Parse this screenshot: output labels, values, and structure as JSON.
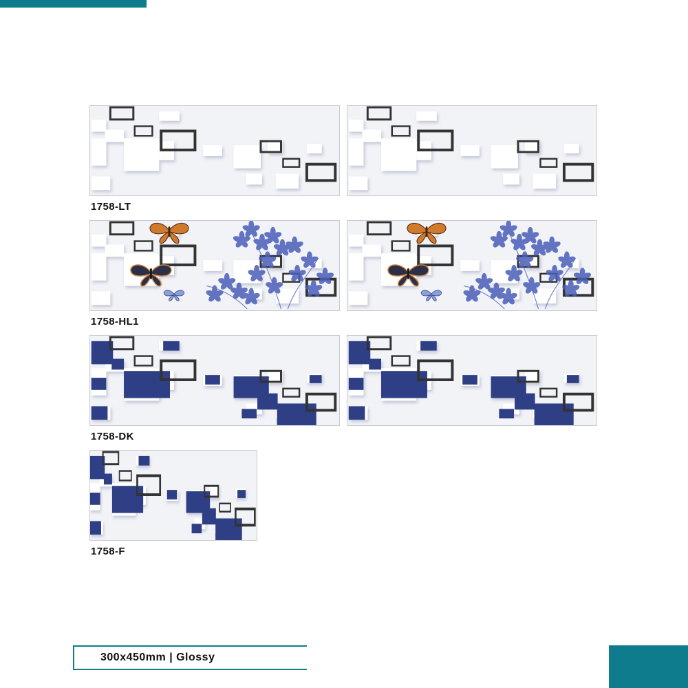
{
  "colors": {
    "accent": "#0e7c8c",
    "navy": "#2f3f86",
    "frame": "#333333",
    "flower": "#4a5fb8",
    "tile_bg": "#f2f3f7"
  },
  "tiles": [
    {
      "code": "1758-LT",
      "pattern": "light"
    },
    {
      "code": "1758-HL1",
      "pattern": "highlight"
    },
    {
      "code": "1758-DK",
      "pattern": "dark"
    },
    {
      "code": "1758-F",
      "pattern": "feature"
    }
  ],
  "footer": {
    "size_finish": "300x450mm | Glossy"
  },
  "icons": [
    "butterfly-icon",
    "flower-motif"
  ]
}
